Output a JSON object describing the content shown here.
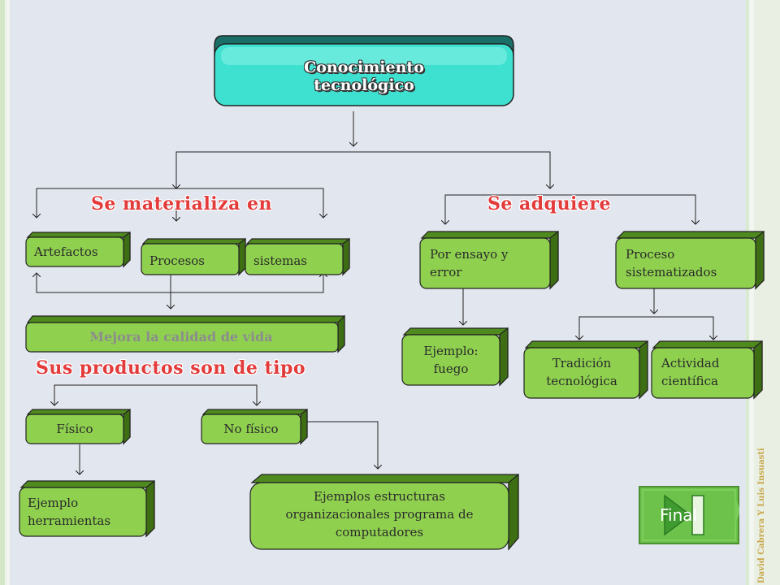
{
  "root": {
    "line1": "Conocimiento",
    "line2": "tecnológico"
  },
  "branches": {
    "materializa": "Se materializa en",
    "adquiere": "Se adquiere",
    "productos": "Sus productos son de tipo"
  },
  "nodes": {
    "artefactos": "Artefactos",
    "procesos": "Procesos",
    "sistemas": "sistemas",
    "mejora": "Mejora la calidad de vida",
    "ensayo": {
      "line1": "Por ensayo y",
      "line2": "error"
    },
    "sistematizados": {
      "line1": "Proceso",
      "line2": "sistematizados"
    },
    "ejemplo_fuego": {
      "line1": "Ejemplo:",
      "line2": "fuego"
    },
    "tradicion": {
      "line1": "Tradición",
      "line2": "tecnológica"
    },
    "actividad": {
      "line1": "Actividad",
      "line2": "científica"
    },
    "fisico": "Físico",
    "no_fisico": "No físico",
    "herramientas": {
      "line1": "Ejemplo",
      "line2": "herramientas"
    },
    "estructuras": {
      "line1": "Ejemplos estructuras",
      "line2": "organizacionales programa de",
      "line3": "computadores"
    }
  },
  "final_button": {
    "label": "Final",
    "icon": "end-icon"
  },
  "credit": "David Cabrera Y Luis Insuasti",
  "colors": {
    "node_green": "#8fd14f",
    "node_dark": "#5e9e2a",
    "root_teal": "#3ee0d0",
    "header_red": "#e33a3a"
  }
}
